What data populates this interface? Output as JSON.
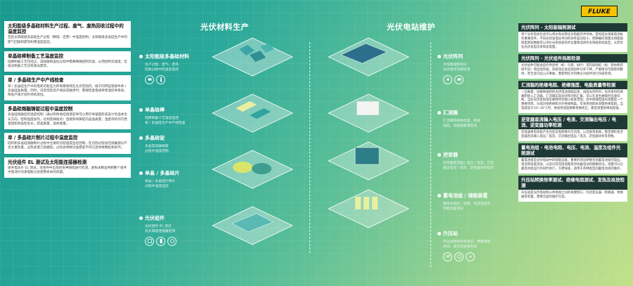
{
  "brand": "FLUKE",
  "sections": {
    "left_title": "光伏材料生产",
    "right_title": "光伏电站维护"
  },
  "left_cards": [
    {
      "title": "太阳能级多晶硅材料生产过程、废气、废热回收过程中的温度监控",
      "body": "包括太阳能级多晶硅生产过程（精馏、还原）中温度控制；太阳能级多晶硅生产中的废气回收和废热利用温度监控。"
    },
    {
      "title": "单晶硅棒制备工艺温度监控",
      "body": "硅棒制备工艺包括正，其熔融和晶拉过程中需要精确控制流速，从而控制流速度；区熔法制备工艺也有类似需求。"
    },
    {
      "title": "单 / 多晶硅生产中产线检查",
      "body": "单 / 多晶硅生产中的电机可能压力存导需保持在允许范围内，线干同带监管碳件单 / 多晶硅晶质量。同时，日常巡检及产线异常维修时，需要检查电线导和温控导系统，降低产线计划外停机风险。"
    },
    {
      "title": "多晶硅熔融铸锭过程中温度控制",
      "body": "多晶硅熔融后的温度控制（通过和改进硅熔液前导可以用引导凝固形成设计的晶体生长方向，控制温度加热，达到连铸熔点）直接影响铸锭的晶晶质量；温度场的均匀性直接影响晶粒生长，结晶质量，晶体质量。"
    },
    {
      "title": "单 / 多晶硅片制片过程中温度监控",
      "body": "硅料和多晶硅熔融制片过程中主要的切割温度监控控制，在切割过程会在接触部分产生大量热量，过热会使刀具磨损，过热会导致切晶厚度不均匀且导致颗粒和损坏。"
    },
    {
      "title": "光伏组件 EL 测试及太阳能连接器检测",
      "body": "组件电池片 EL 测试，对组件中出现的各种缺陷进行检测，避免未精准判断整个组件中电池片的发电能力及使用寿命的问题。"
    }
  ],
  "production_stages": [
    {
      "title": "太阳能级多晶硅材料",
      "sub": [
        "生产过程、废气、废热",
        "回收过程中的温度监控"
      ]
    },
    {
      "title": "单晶硅棒",
      "sub": [
        "硅棒制备工艺温度监控",
        "单 / 多晶硅生产中产线检查"
      ]
    },
    {
      "title": "多晶硅锭",
      "sub": [
        "多晶硅熔融铸锭",
        "过程中温度控制"
      ]
    },
    {
      "title": "单晶 / 多晶硅片",
      "sub": [
        "单晶 / 多晶硅片制片",
        "过程中温度监控"
      ]
    },
    {
      "title": "光伏组件",
      "sub": [
        "光伏组件 EL 测试",
        "及太阳能连接器检测"
      ]
    }
  ],
  "station_stages": [
    {
      "title": "光伏阵列",
      "sub": [
        "太阳能辐照测试",
        "光伏组件热斑检测"
      ]
    },
    {
      "title": "汇流箱",
      "sub": [
        "汇流箱的绝缘电阻、绝缘",
        "强度，电能质量等检测"
      ]
    },
    {
      "title": "逆变器",
      "sub": [
        "逆变器直流输入电压 / 电流、交流",
        "输出电压 / 电流、逆变器功率检测"
      ]
    },
    {
      "title": "蓄电池组 / 储能装置",
      "sub": [
        "蓄电池电压、电阻、电流温度及",
        "储能装置测试"
      ]
    },
    {
      "title": "升压站",
      "sub": [
        "升压站转换效率测试、绝缘电阻",
        "测试、发热及局放检测"
      ]
    }
  ],
  "right_cards": [
    {
      "title": "光伏阵列 - 太阳能辐照测试",
      "body": "单个光伏电池包含可以将太阳光转化为电能的半导体。是构成太阳能电池板的重要部件。不同光伏发电技术间的效率差别较小，而精确的测量太阳能辐照度则就数据可以评价光系统安装的位置和选择的太阳能系统类型，从而优化光伏发电功率和发电量。"
    },
    {
      "title": "光伏阵列 - 光伏组件热斑检测",
      "body": "光伏组件可能会因外界遮挡（如：鸟粪、树叶）或内部缺陷（如：裂纹和焊接不良）而出现热斑，热斑效应会造成组件功率下降，严重情况可能影响整体，甚至会引起火灾事故。需使用红外热像仪对组件进行热斑检测。"
    },
    {
      "title": "汇流箱的绝缘电阻、绝缘强度、电能质量等检测",
      "body": "一旦数量、段数和规则的光伏电池串联起来，组成光伏阵列，光伏串列的两端积接入汇流箱，汇流箱实现光伏阵列的汇集，可以在发生故障时迅速切断。当前光伏系统发生故障时可缩小排查范围。其中绝缘电阻的测量是一个重要项目，分成对地绝缘和对外绝缘两类，可采用兆欧表测量绝缘电阻，当温度低于10~30°C时，要采用温度换算系数修正，最后测量绝缘电阻值。"
    },
    {
      "title": "逆变器直流输入电压 / 电流、交流输出电压 / 电流、逆变器功率检测",
      "body": "逆变器将电池板产生的直流电转换为交流电，以连接到电网，需定期检查逆变器直流输入电压 / 电流，交流输出电压 / 电流，逆变器效率等参数。"
    },
    {
      "title": "蓄电池组 - 电池电阻、电压、电流、温度及组件光照测试",
      "body": "蓄电池组是光伏电站中的储能设备，重要的测试参数包括蓄电池组的电压、电流和温度测试，以及对其内阻测量来评估蓄电池的健康状况，测量可以在蓄电池组运行的同时进行，方便快速，适用于各种类型的蓄电池组的维护。"
    },
    {
      "title": "升压站转换效率测试、绝缘电阻测试、发热及局放检测",
      "body": "升压站是光伏电站和公共电网之间的关键接口，包括变压器、断路器、绝缘器等装置。需要全面的维护方案。"
    }
  ]
}
